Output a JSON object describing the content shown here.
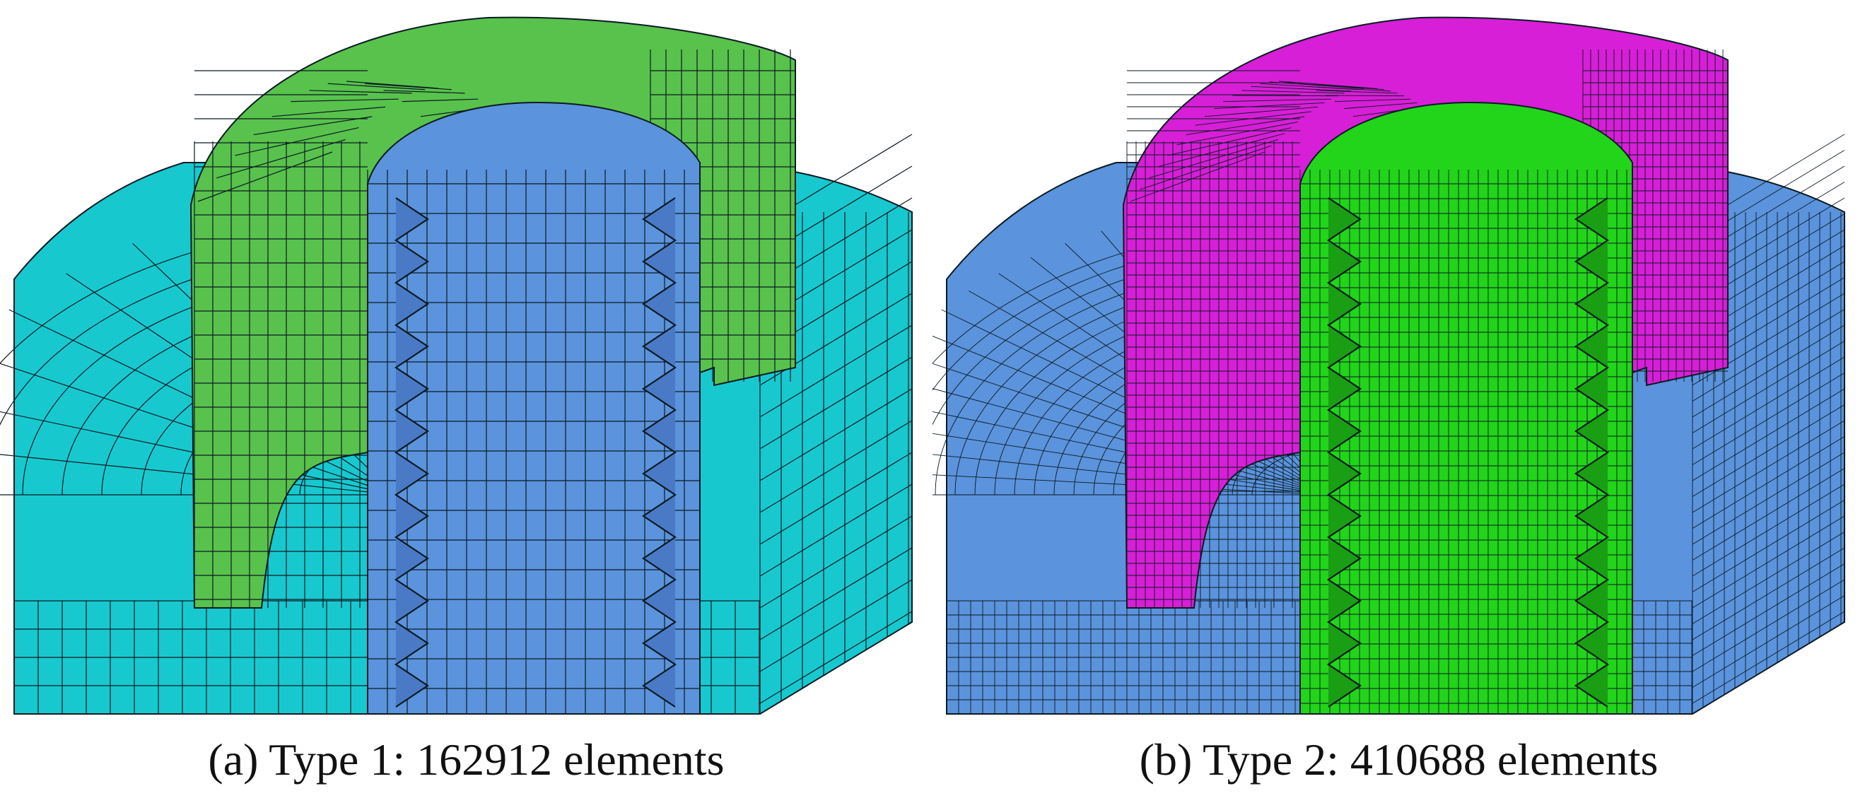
{
  "panels": [
    {
      "id": "a",
      "caption": "(a) Type 1: 162912 elements",
      "colors": {
        "base": "#17c9cf",
        "nut": "#58c24c",
        "bolt": "#5b93dc",
        "thread": "#4a7ac6",
        "edge": "#0b1a22"
      },
      "density": 1
    },
    {
      "id": "b",
      "caption": "(b) Type 2: 410688 elements",
      "colors": {
        "base": "#5b93dc",
        "nut": "#d61fd6",
        "bolt": "#22d41a",
        "thread": "#1a9e14",
        "edge": "#0b1a22"
      },
      "density": 2
    }
  ]
}
